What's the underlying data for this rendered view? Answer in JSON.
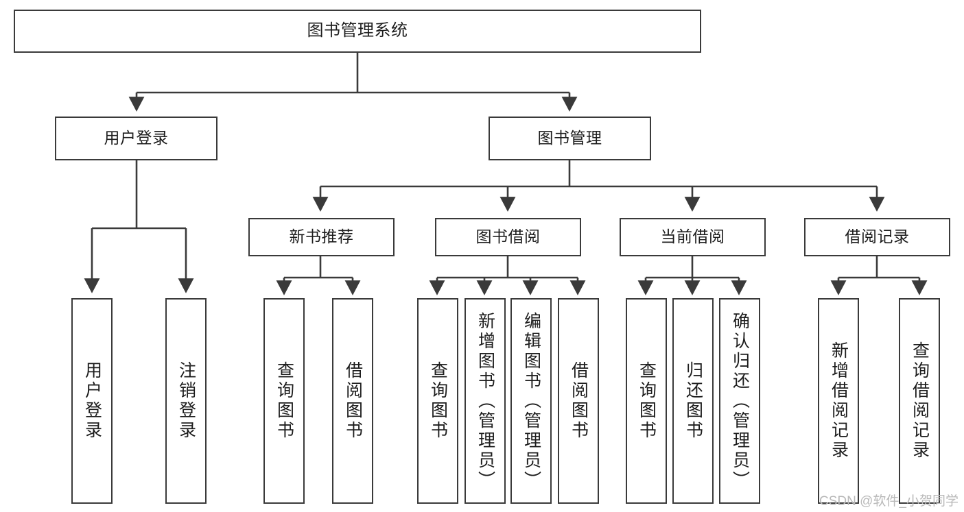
{
  "diagram": {
    "type": "tree",
    "title": "图书管理系统",
    "orientation": "top-down",
    "colors": {
      "border": "#3a3a3a",
      "fill": "#ffffff",
      "line": "#3a3a3a",
      "text": "#1d1d1d",
      "watermark": "#b9b9b9"
    }
  },
  "root": {
    "label": "图书管理系统"
  },
  "level2": [
    {
      "label": "用户登录"
    },
    {
      "label": "图书管理"
    }
  ],
  "level3": [
    {
      "label": "新书推荐"
    },
    {
      "label": "图书借阅"
    },
    {
      "label": "当前借阅"
    },
    {
      "label": "借阅记录"
    }
  ],
  "leaves": {
    "user_login": [
      {
        "label": "用户登录"
      },
      {
        "label": "注销登录"
      }
    ],
    "new_book": [
      {
        "label": "查询图书"
      },
      {
        "label": "借阅图书"
      }
    ],
    "book_borrow": [
      {
        "label": "查询图书"
      },
      {
        "label": "新增图书（管理员）"
      },
      {
        "label": "编辑图书（管理员）"
      },
      {
        "label": "借阅图书"
      }
    ],
    "current_borrow": [
      {
        "label": "查询图书"
      },
      {
        "label": "归还图书"
      },
      {
        "label": "确认归还（管理员）"
      }
    ],
    "borrow_record": [
      {
        "label": "新增借阅记录"
      },
      {
        "label": "查询借阅记录"
      }
    ]
  },
  "watermark": {
    "text": "CSDN @软件_小贺同学"
  }
}
